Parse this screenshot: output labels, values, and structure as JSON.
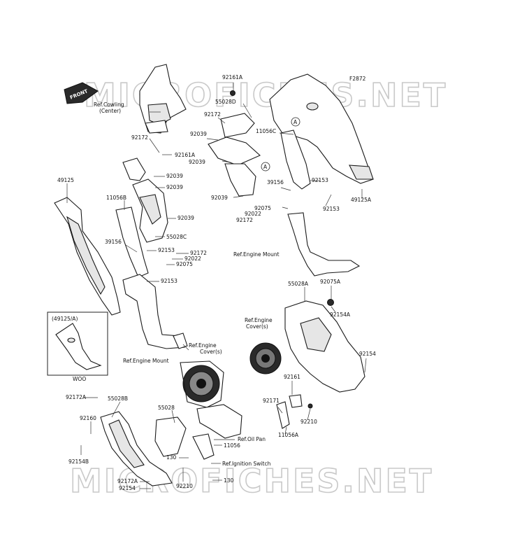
{
  "diagram": {
    "code": "F2872",
    "watermark": "MICROFICHES.NET",
    "front_label": "FRONT",
    "circle_ref": "A",
    "inset_title": "(49125/A)",
    "inset_code": "WOO",
    "refs": {
      "cowling_1": "Ref.Cowling",
      "cowling_2": "(Center)",
      "engine_mount_left": "Ref.Engine Mount",
      "engine_mount_right": "Ref.Engine Mount",
      "engine_cover_left_1": "Ref.Engine",
      "engine_cover_left_2": "Cover(s)",
      "engine_cover_right_1": "Ref.Engine",
      "engine_cover_right_2": "Cover(s)",
      "oil_pan": "Ref.Oil Pan",
      "ignition_switch": "Ref.Ignition Switch"
    },
    "parts": {
      "p92161A_top": "92161A",
      "p55028D": "55028D",
      "p92172_top": "92172",
      "p92039_a": "92039",
      "p92039_b": "92039",
      "p92039_c": "92039",
      "p11056C": "11056C",
      "p92172_left": "92172",
      "p92161A_left": "92161A",
      "p92039_d": "92039",
      "p92039_e": "92039",
      "p49125": "49125",
      "p11056B": "11056B",
      "p92039_f": "92039",
      "p55028C": "55028C",
      "p39156_left": "39156",
      "p92153_a": "92153",
      "p92172_mid": "92172",
      "p92022_left": "92022",
      "p92075_left": "92075",
      "p92153_b": "92153",
      "p39156_right": "39156",
      "p92153_c": "92153",
      "p92153_d": "92153",
      "p92075_right": "92075",
      "p92022_right": "92022",
      "p92172_right": "92172",
      "p49125A": "49125A",
      "p55028A": "55028A",
      "p92075A": "92075A",
      "p92154A": "92154A",
      "p92154_right": "92154",
      "p92161": "92161",
      "p92171": "92171",
      "p92210_right": "92210",
      "p11056A": "11056A",
      "p92172A_top": "92172A",
      "p55028B": "55028B",
      "p55028": "55028",
      "p92160": "92160",
      "p92154B": "92154B",
      "p11056": "11056",
      "p130_a": "130",
      "p130_b": "130",
      "p92172A_bot": "92172A",
      "p92210_bot": "92210",
      "p92154_bot": "92154"
    }
  }
}
